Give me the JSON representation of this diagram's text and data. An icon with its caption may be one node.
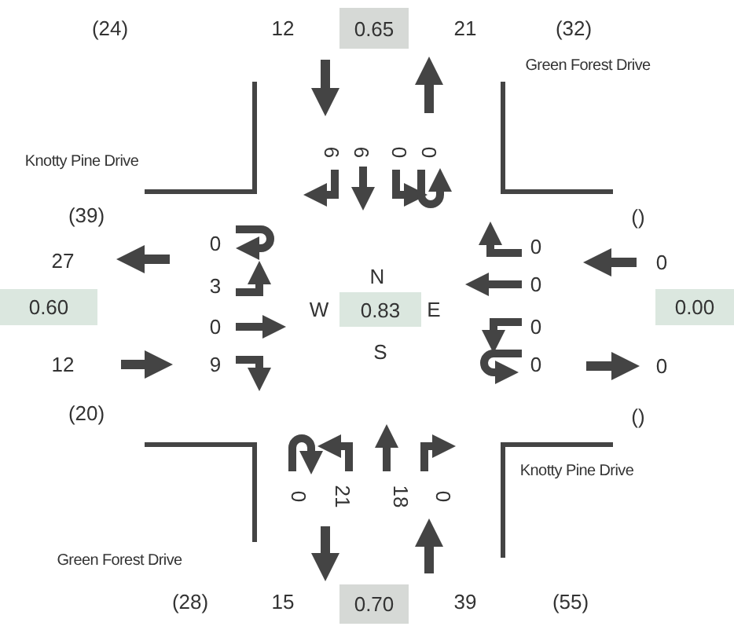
{
  "diagram": {
    "nodes": [
      {
        "text": [
          "0.65"
        ]
      },
      {
        "text": [
          "0.60"
        ]
      },
      {
        "text": [
          "0.83"
        ]
      },
      {
        "text": [
          "0.00"
        ]
      },
      {
        "text": [
          "0.70"
        ]
      }
    ],
    "labels": [
      "(24)",
      "12",
      "21",
      "(32)",
      "Green Forest Drive",
      "Knotty Pine Drive",
      "6",
      "6",
      "0",
      "0",
      "(39)",
      "()",
      "0",
      "0",
      "27",
      "0",
      "N",
      "3",
      "0",
      "W",
      "E",
      "0",
      "0",
      "12",
      "0",
      "S",
      "9",
      "0",
      "(20)",
      "()",
      "0",
      "21",
      "18",
      "0",
      "Knotty Pine Drive",
      "Green Forest Drive",
      "(28)",
      "15",
      "39",
      "(55)"
    ]
  }
}
